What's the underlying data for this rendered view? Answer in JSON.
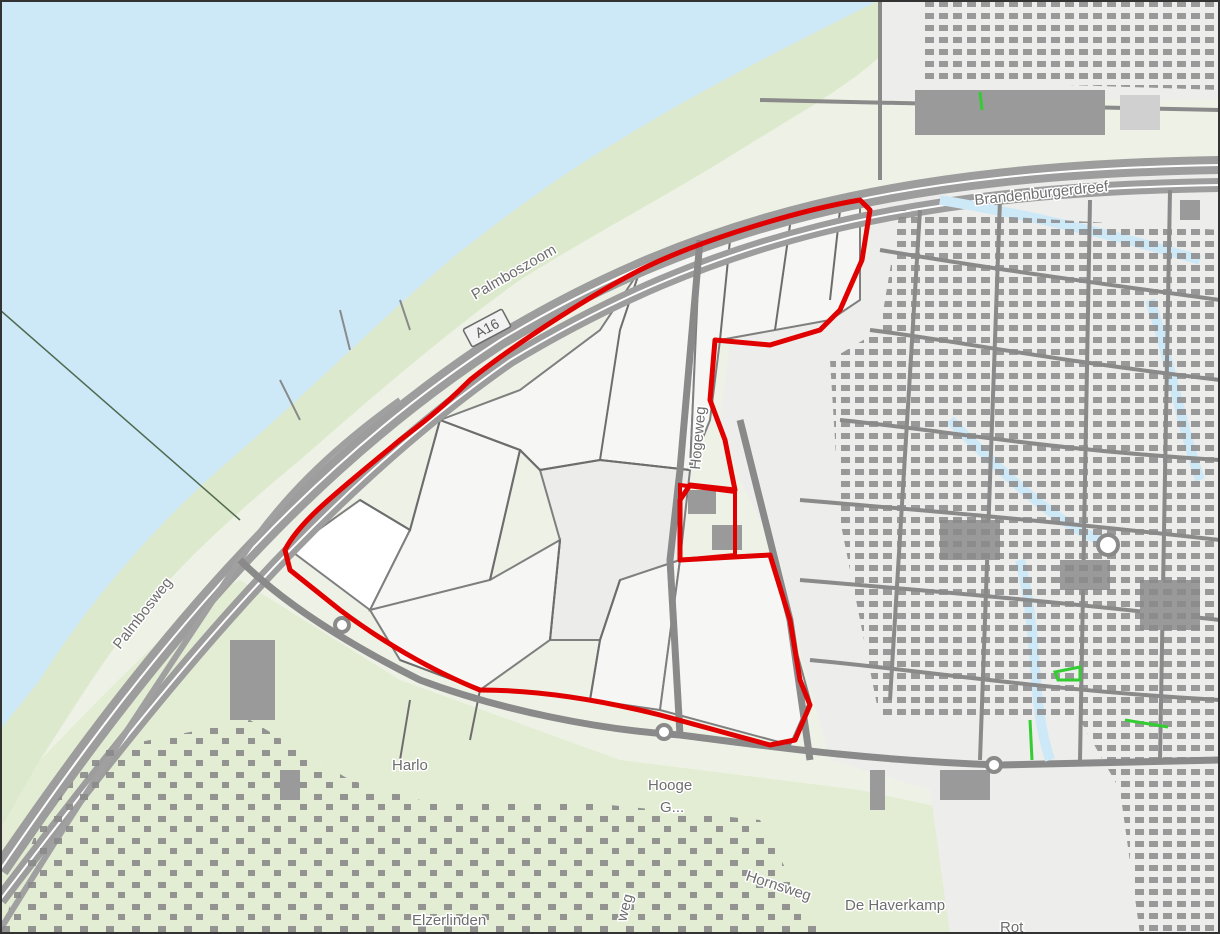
{
  "map": {
    "labels": {
      "palmboszoom": "Palmbosweg",
      "palmbosweg": "Palmbosweg",
      "palmbosweg_upper": "Palmboszoom",
      "hoge_weg": "Hogeweg",
      "harlo": "Harlo",
      "hooge_kamp": "Hooge",
      "hooge_kamp2": "G...",
      "elzerlinden": "Elzerlinden",
      "de_haverkamp": "De Haverkamp",
      "hornsweg": "Hornsweg",
      "vaart": "weg",
      "bottom_right": "Rot",
      "brandenburg": "Brandenburgerdreef"
    },
    "highway_shield": "A16",
    "colors": {
      "water": "#cde9f8",
      "land": "#e8f0dc",
      "green": "#dfe9cf",
      "field": "#f3f3f1",
      "road": "#8c8c8c",
      "highway": "#a5a5a5",
      "building": "#8f8f8f",
      "boundary": "#e00000"
    }
  }
}
